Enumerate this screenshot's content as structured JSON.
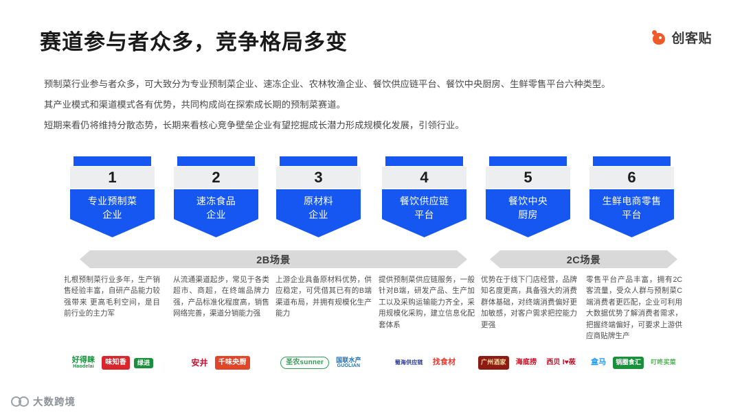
{
  "header": {
    "title": "赛道参与者众多，竞争格局多变",
    "brand_name": "创客贴",
    "brand_icon": "beaver-logo-icon",
    "brand_color": "#f05a28"
  },
  "intro": {
    "line1": "预制菜行业参与者众多，可大致分为专业预制菜企业、速冻企业、农林牧渔企业、餐饮供应链平台、餐饮中央厨房、生鲜零售平台六种类型。",
    "line2": "其产业模式和渠道模式各有优势，共同构成尚在探索成长期的预制菜赛道。",
    "line3": "短期来看仍将维持分散态势，长期来看核心竞争壁垒企业有望挖掘成长潜力形成规模化发展，引领行业。"
  },
  "theme": {
    "accent_blue": "#1557f0",
    "number_band": "#eceef0",
    "arrow_gray": "#d9d9d9",
    "body_text": "#4d4d4d"
  },
  "scenes": [
    {
      "id": "scene-2b",
      "label": "2B场景",
      "spans": [
        1,
        4
      ]
    },
    {
      "id": "scene-2c",
      "label": "2C场景",
      "spans": [
        5,
        6
      ]
    }
  ],
  "columns": [
    {
      "number": "1",
      "label": "专业预制菜\n企业",
      "desc": "扎根预制菜行业多年，生产销售经验丰富，自研产品能力较强带来 更高毛利空间，是目前行业的主力军",
      "logos": [
        {
          "name": "好得睐",
          "en": "Haodelai",
          "cls": "lg-haodelai"
        },
        {
          "name": "味知香",
          "en": "",
          "cls": "lg-weizhixiang"
        },
        {
          "name": "绿进",
          "en": "",
          "cls": "lg-lvjin"
        }
      ]
    },
    {
      "number": "2",
      "label": "速冻食品\n企业",
      "desc": "从流通渠道起步，常见于各类超市、商超，在终端品牌力强，产品标准化程度高，销售网络完善，渠道分销能力强",
      "logos": [
        {
          "name": "安井",
          "en": "",
          "cls": "lg-anjing"
        },
        {
          "name": "千味央厨",
          "en": "",
          "cls": "lg-qianwei"
        }
      ]
    },
    {
      "number": "3",
      "label": "原材料\n企业",
      "desc": "上游企业具备原材料优势，供应稳定，可凭借其已有的B端渠道布局，并拥有规模化生产能力",
      "logos": [
        {
          "name": "圣农",
          "en": "sunner",
          "cls": "lg-shengnong"
        },
        {
          "name": "国联水产",
          "en": "GUOLIAN",
          "cls": "lg-guolian"
        }
      ]
    },
    {
      "number": "4",
      "label": "餐饮供应链\n平台",
      "desc": "提供预制菜供应链服务，一般针对B端，研发产品、生产加工以及采购运输能力齐全，采用规模化采购，建立信息化配套体系",
      "logos": [
        {
          "name": "蜀海供应链",
          "en": "",
          "cls": "lg-shuhai"
        },
        {
          "name": "找食材",
          "en": "",
          "cls": "lg-zhaoshicai"
        }
      ]
    },
    {
      "number": "5",
      "label": "餐饮中央\n厨房",
      "desc": "优势在于线下门店经营，品牌知名度更高，具备强大的消费群体基础，对终端消费偏好更加敏感，对客户需求把控能力更强",
      "logos": [
        {
          "name": "广州酒家",
          "en": "",
          "cls": "lg-gzjj"
        },
        {
          "name": "海底捞",
          "en": "",
          "cls": "lg-haidilao"
        },
        {
          "name": "西贝 I♥莜",
          "en": "",
          "cls": "lg-xibei"
        }
      ]
    },
    {
      "number": "6",
      "label": "生鲜电商零售\n平台",
      "desc": "零售平台产品丰富，拥有2C客流量，受众人群与预制菜C端消费者更匹配，企业可利用大数据优势了解消费者需求，把握终端偏好，可要求上游供应商贴牌生产",
      "logos": [
        {
          "name": "盒马",
          "en": "",
          "cls": "lg-hema"
        },
        {
          "name": "锅圈食汇",
          "en": "",
          "cls": "lg-guoquan"
        },
        {
          "name": "叮咚买菜",
          "en": "",
          "cls": "lg-dingdong"
        }
      ]
    }
  ],
  "footer": {
    "watermark": "大数跨境",
    "icon": "infinity-loop-icon"
  }
}
